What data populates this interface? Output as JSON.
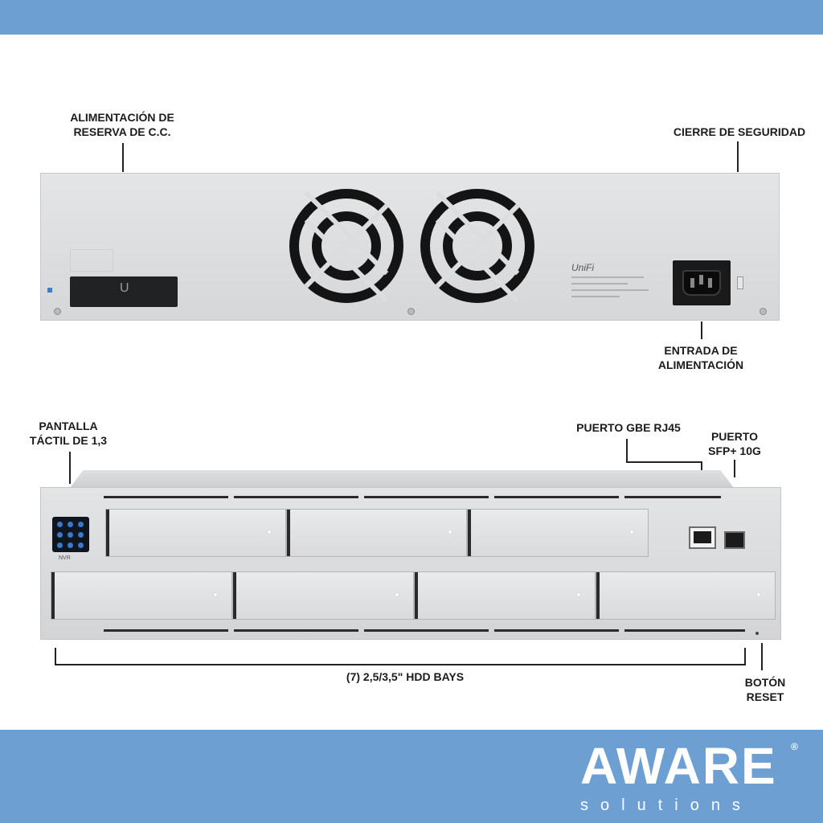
{
  "rear_labels": {
    "dc_backup": "ALIMENTACIÓN DE\nRESERVA DE C.C.",
    "security_lock": "CIERRE DE SEGURIDAD",
    "power_input": "ENTRADA DE\nALIMENTACIÓN"
  },
  "front_labels": {
    "touch_display": "PANTALLA\nTÁCTIL DE 1,3",
    "rj45_port": "PUERTO GBE RJ45",
    "sfp_port": "PUERTO\nSFP+ 10G",
    "hdd_bays": "(7) 2,5/3,5\" HDD BAYS",
    "reset_button": "BOTÓN\nRESET"
  },
  "device": {
    "brand": "UniFi",
    "touch_label": "NVR"
  },
  "logo": {
    "name": "AWARE",
    "sub": "solutions",
    "reg": "®"
  },
  "colors": {
    "band": "#6e9fd2",
    "panel": "#dcdddf",
    "text": "#1b1b1b"
  }
}
